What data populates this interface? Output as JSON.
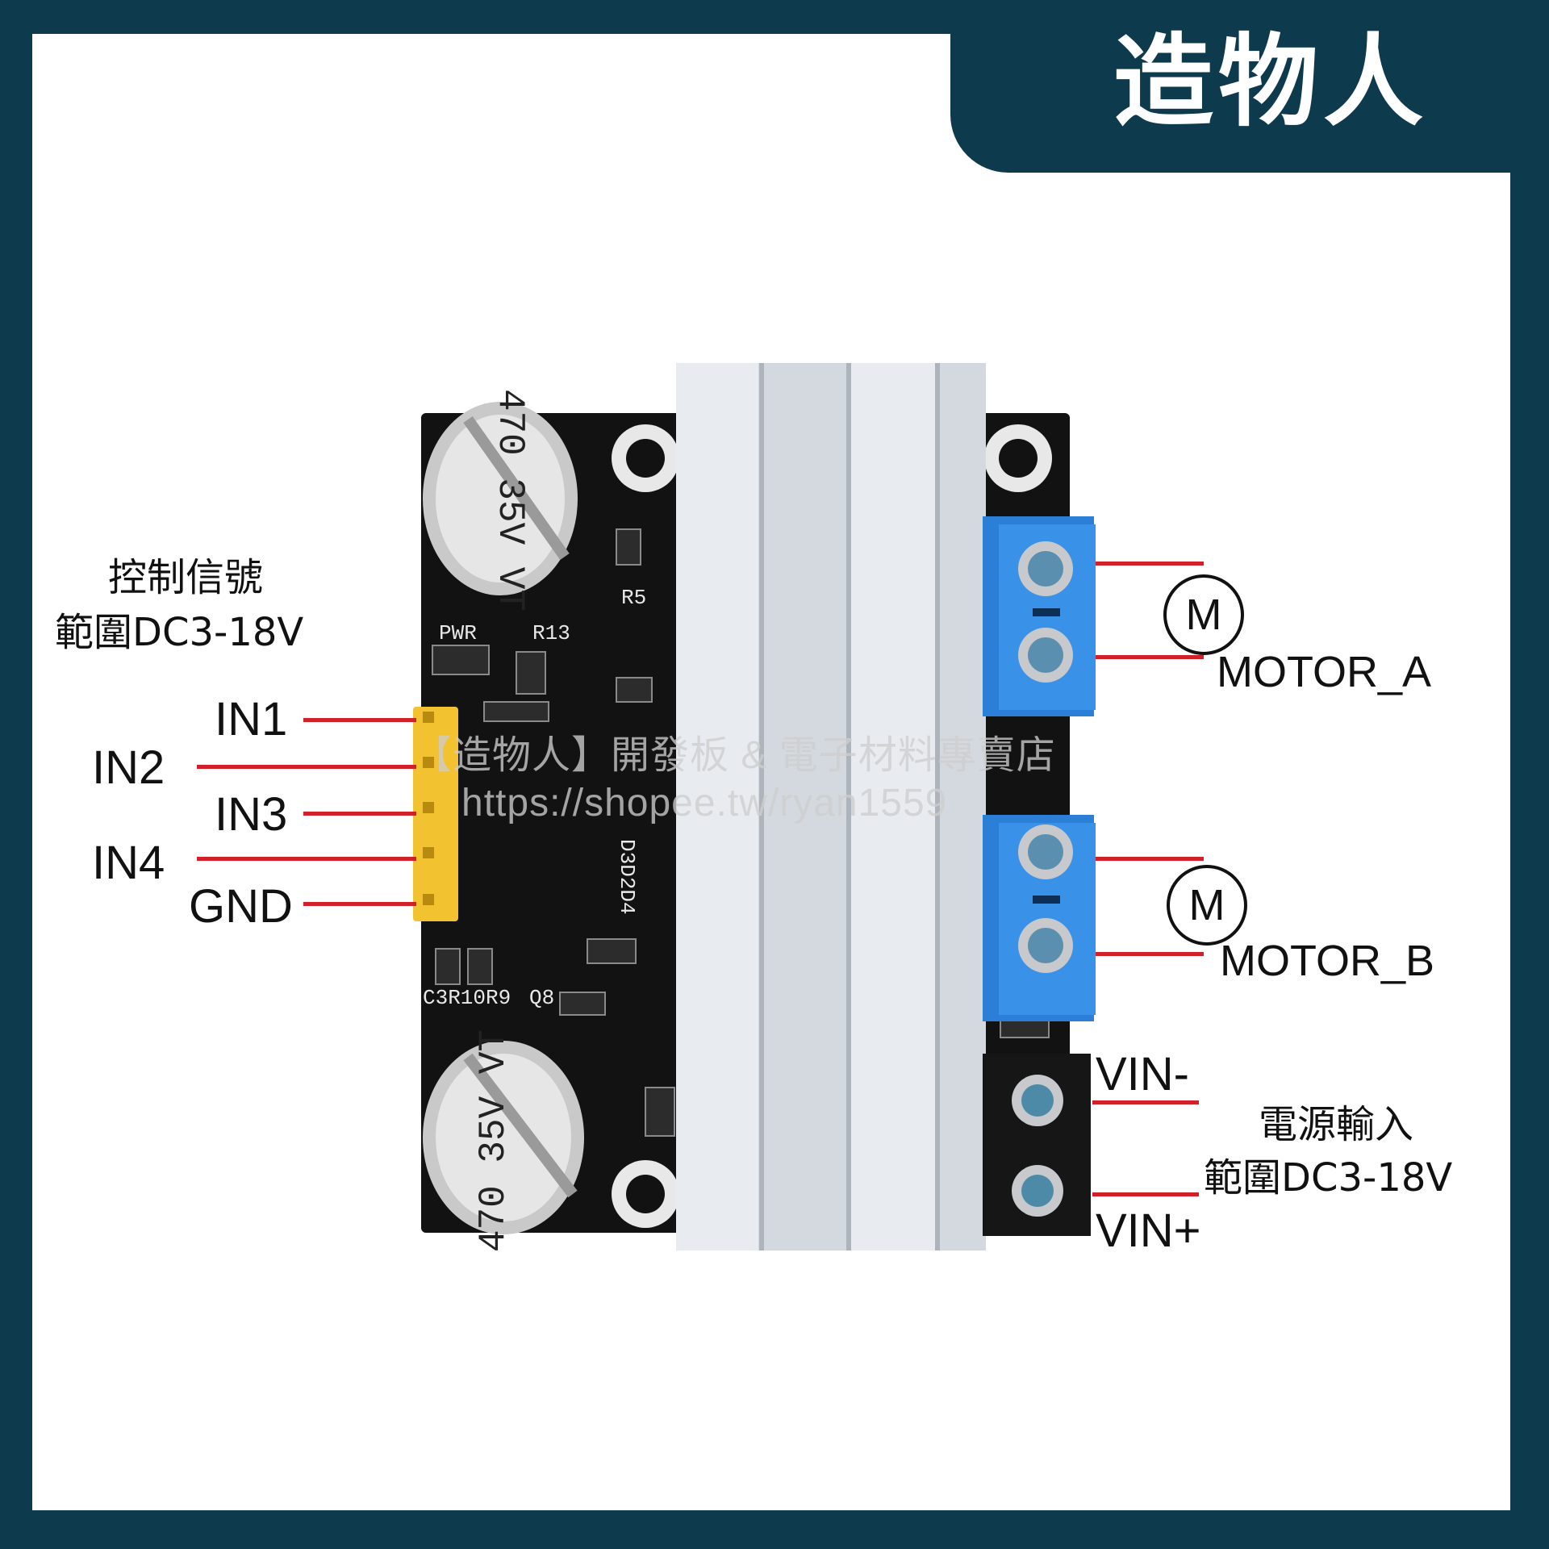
{
  "brand": {
    "logo_text": "造物人"
  },
  "signal_label": {
    "line1": "控制信號",
    "line2": "範圍DC3-18V"
  },
  "pins": [
    "IN1",
    "IN2",
    "IN3",
    "IN4",
    "GND"
  ],
  "motor_a": {
    "symbol": "M",
    "label": "MOTOR_A"
  },
  "motor_b": {
    "symbol": "M",
    "label": "MOTOR_B"
  },
  "power": {
    "vin_minus": "VIN-",
    "vin_plus": "VIN+",
    "label_line1": "電源輸入",
    "label_line2": "範圍DC3-18V"
  },
  "capacitor": {
    "value": "470",
    "voltage": "35V",
    "series": "VT"
  },
  "silkscreen": [
    "PWR",
    "R13",
    "R5",
    "C3R10R9",
    "Q8",
    "D3D2D4"
  ],
  "watermark": {
    "line1": "【造物人】開發板 & 電子材料專賣店",
    "line2": "https://shopee.tw/ryan1559"
  },
  "colors": {
    "frame": "#0d3a4c",
    "wire": "#d0202a",
    "pcb": "#121212",
    "terminal_blue": "#2b7fd6",
    "header_yellow": "#f2c230",
    "heatsink": "#dde2e8"
  }
}
